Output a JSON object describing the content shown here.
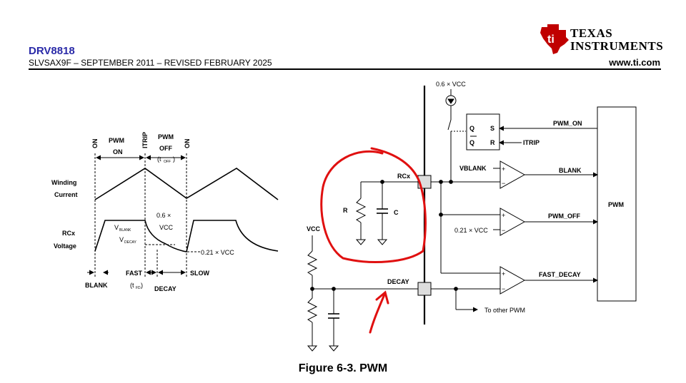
{
  "header": {
    "part_number": "DRV8818",
    "doc_line": "SLVSAX9F – SEPTEMBER 2011 – REVISED FEBRUARY 2025",
    "website": "www.ti.com",
    "logo_line1": "Texas",
    "logo_line2": "Instruments",
    "brand_color": "#c00000"
  },
  "timing_diagram": {
    "on_left": "ON",
    "pwm_on_1": "PWM",
    "pwm_on_2": "ON",
    "itrip": "ITRIP",
    "pwm_off_1": "PWM",
    "pwm_off_2": "OFF",
    "toff": "(t",
    "toff_sub": "OFF",
    "toff_close": ")",
    "on_right": "ON",
    "winding_1": "Winding",
    "winding_2": "Current",
    "rcx_1": "RCx",
    "rcx_2": "Voltage",
    "vblank": "V",
    "vblank_sub": "BLANK",
    "vdecay": "V",
    "vdecay_sub": "DECAY",
    "vcc06_1": "0.6 ×",
    "vcc06_2": "VCC",
    "vcc021": "0.21 × VCC",
    "blank": "BLANK",
    "fast": "FAST",
    "tfd": "(t",
    "tfd_sub": "FD",
    "tfd_close": ")",
    "decay": "DECAY",
    "slow": "SLOW"
  },
  "schematic": {
    "vcc_top": "0.6 × VCC",
    "q": "Q",
    "qbar": "Q",
    "s": "S",
    "r_pin": "R",
    "pwm_on": "PWM_ON",
    "itrip": "ITRIP",
    "vblank": "VBLANK",
    "blank": "BLANK",
    "pwm_off": "PWM_OFF",
    "vcc021": "0.21 × VCC",
    "fast_decay": "FAST_DECAY",
    "pwm_block": "PWM",
    "rcx": "RCx",
    "r": "R",
    "c": "C",
    "vcc": "VCC",
    "decay": "DECAY",
    "to_other_pwm": "To other PWM",
    "plus": "+",
    "minus": "−"
  },
  "caption": "Figure 6-3. PWM",
  "annotation_color": "#e01010"
}
